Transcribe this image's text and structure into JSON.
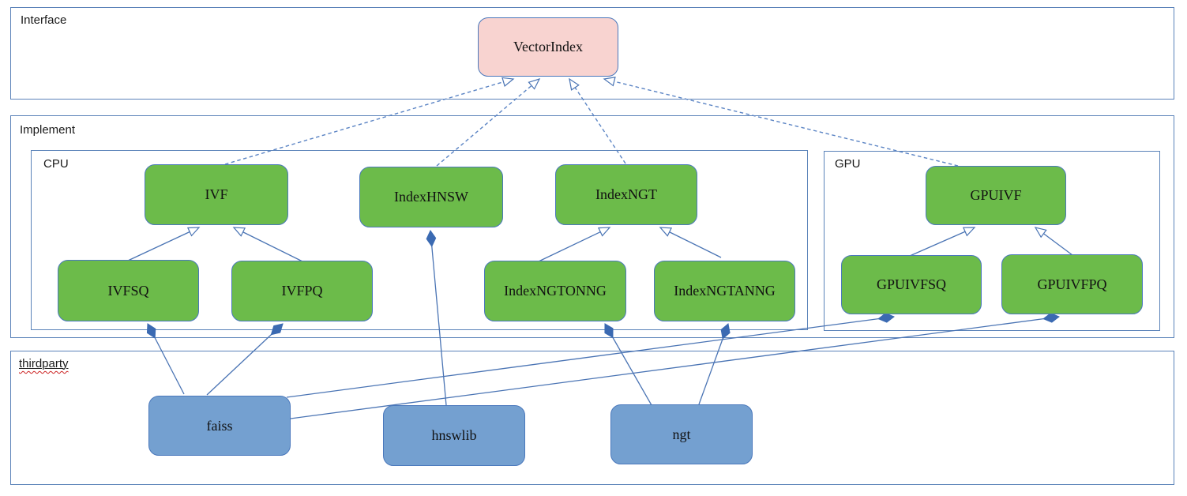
{
  "colors": {
    "interface_fill": "#f8d3d0",
    "class_fill": "#6cbb4a",
    "library_fill": "#74a0d0",
    "node_border": "#4a78bc",
    "connector": "#4a74b4",
    "connector_dashed": "#5b84c4",
    "container_border": "#5b83b9",
    "label_text": "#1a1a1a",
    "spellcheck": "#cc2222"
  },
  "groups": {
    "interface": {
      "label": "Interface"
    },
    "implement": {
      "label": "Implement"
    },
    "cpu": {
      "label": "CPU"
    },
    "gpu": {
      "label": "GPU"
    },
    "thirdparty": {
      "label": "thirdparty"
    }
  },
  "nodes": {
    "vectorindex": {
      "label": "VectorIndex",
      "kind": "interface"
    },
    "ivf": {
      "label": "IVF",
      "kind": "class"
    },
    "indexhnsw": {
      "label": "IndexHNSW",
      "kind": "class"
    },
    "indexngt": {
      "label": "IndexNGT",
      "kind": "class"
    },
    "ivfsq": {
      "label": "IVFSQ",
      "kind": "class"
    },
    "ivfpq": {
      "label": "IVFPQ",
      "kind": "class"
    },
    "indexngtonng": {
      "label": "IndexNGTONNG",
      "kind": "class"
    },
    "indexngtanng": {
      "label": "IndexNGTANNG",
      "kind": "class"
    },
    "gpuivf": {
      "label": "GPUIVF",
      "kind": "class"
    },
    "gpuivfsq": {
      "label": "GPUIVFSQ",
      "kind": "class"
    },
    "gpuivfpq": {
      "label": "GPUIVFPQ",
      "kind": "class"
    },
    "faiss": {
      "label": "faiss",
      "kind": "library"
    },
    "hnswlib": {
      "label": "hnswlib",
      "kind": "library"
    },
    "ngt": {
      "label": "ngt",
      "kind": "library"
    }
  },
  "edges": [
    {
      "from": "IVF",
      "to": "VectorIndex",
      "type": "realization_dashed_hollow_arrow"
    },
    {
      "from": "IndexHNSW",
      "to": "VectorIndex",
      "type": "realization_dashed_hollow_arrow"
    },
    {
      "from": "IndexNGT",
      "to": "VectorIndex",
      "type": "realization_dashed_hollow_arrow"
    },
    {
      "from": "GPUIVF",
      "to": "VectorIndex",
      "type": "realization_dashed_hollow_arrow"
    },
    {
      "from": "IVFSQ",
      "to": "IVF",
      "type": "generalization_hollow_arrow"
    },
    {
      "from": "IVFPQ",
      "to": "IVF",
      "type": "generalization_hollow_arrow"
    },
    {
      "from": "IndexNGTONNG",
      "to": "IndexNGT",
      "type": "generalization_hollow_arrow"
    },
    {
      "from": "IndexNGTANNG",
      "to": "IndexNGT",
      "type": "generalization_hollow_arrow"
    },
    {
      "from": "GPUIVFSQ",
      "to": "GPUIVF",
      "type": "generalization_hollow_arrow"
    },
    {
      "from": "GPUIVFPQ",
      "to": "GPUIVF",
      "type": "generalization_hollow_arrow"
    },
    {
      "from": "faiss",
      "to": "IVFSQ",
      "type": "composition_filled_diamond"
    },
    {
      "from": "faiss",
      "to": "IVFPQ",
      "type": "composition_filled_diamond"
    },
    {
      "from": "faiss",
      "to": "GPUIVFSQ",
      "type": "composition_filled_diamond"
    },
    {
      "from": "faiss",
      "to": "GPUIVFPQ",
      "type": "composition_filled_diamond"
    },
    {
      "from": "hnswlib",
      "to": "IndexHNSW",
      "type": "composition_filled_diamond"
    },
    {
      "from": "ngt",
      "to": "IndexNGTONNG",
      "type": "composition_filled_diamond"
    },
    {
      "from": "ngt",
      "to": "IndexNGTANNG",
      "type": "composition_filled_diamond"
    }
  ]
}
